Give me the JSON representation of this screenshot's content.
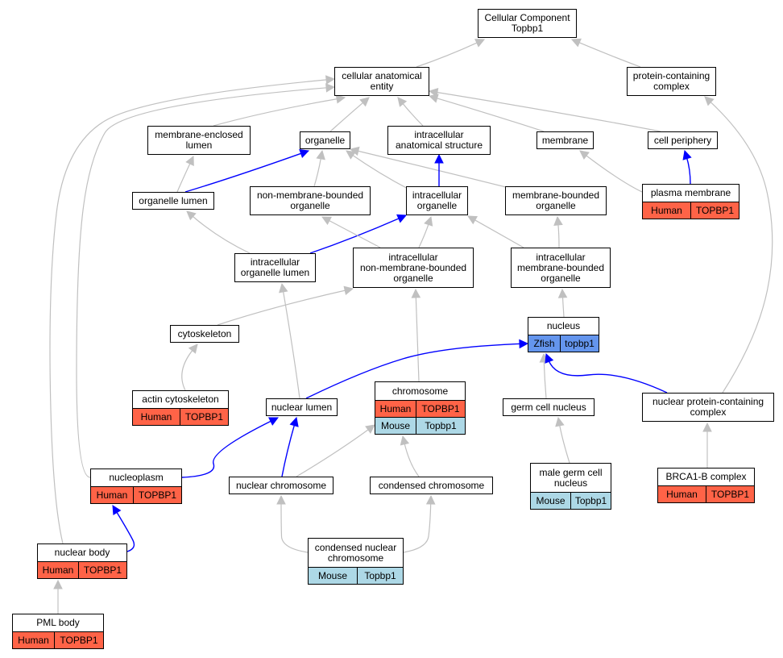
{
  "colors": {
    "human": "#ff6347",
    "mouse": "#add8e6",
    "zfish": "#6495ed",
    "edge_gray": "#c0c0c0",
    "edge_blue": "#0000ff"
  },
  "nodes": {
    "cellular_component": {
      "label": "Cellular Component\nTopbp1",
      "rows": []
    },
    "cellular_anatomical_entity": {
      "label": "cellular anatomical\nentity",
      "rows": []
    },
    "protein_containing_complex": {
      "label": "protein-containing\ncomplex",
      "rows": []
    },
    "membrane_enclosed_lumen": {
      "label": "membrane-enclosed\nlumen",
      "rows": []
    },
    "organelle": {
      "label": "organelle",
      "rows": []
    },
    "intracellular_anatomical_structure": {
      "label": "intracellular\nanatomical structure",
      "rows": []
    },
    "membrane": {
      "label": "membrane",
      "rows": []
    },
    "cell_periphery": {
      "label": "cell periphery",
      "rows": []
    },
    "organelle_lumen": {
      "label": "organelle lumen",
      "rows": []
    },
    "non_membrane_bounded_organelle": {
      "label": "non-membrane-bounded\norganelle",
      "rows": []
    },
    "intracellular_organelle": {
      "label": "intracellular\norganelle",
      "rows": []
    },
    "membrane_bounded_organelle": {
      "label": "membrane-bounded\norganelle",
      "rows": []
    },
    "plasma_membrane": {
      "label": "plasma membrane",
      "rows": [
        {
          "species": "Human",
          "gene": "TOPBP1",
          "color": "human"
        }
      ]
    },
    "intracellular_organelle_lumen": {
      "label": "intracellular\norganelle lumen",
      "rows": []
    },
    "intracellular_non_membrane_bounded_organelle": {
      "label": "intracellular\nnon-membrane-bounded\norganelle",
      "rows": []
    },
    "intracellular_membrane_bounded_organelle": {
      "label": "intracellular\nmembrane-bounded\norganelle",
      "rows": []
    },
    "cytoskeleton": {
      "label": "cytoskeleton",
      "rows": []
    },
    "nucleus": {
      "label": "nucleus",
      "rows": [
        {
          "species": "Zfish",
          "gene": "topbp1",
          "color": "zfish"
        }
      ]
    },
    "actin_cytoskeleton": {
      "label": "actin cytoskeleton",
      "rows": [
        {
          "species": "Human",
          "gene": "TOPBP1",
          "color": "human"
        }
      ]
    },
    "nuclear_lumen": {
      "label": "nuclear lumen",
      "rows": []
    },
    "chromosome": {
      "label": "chromosome",
      "rows": [
        {
          "species": "Human",
          "gene": "TOPBP1",
          "color": "human"
        },
        {
          "species": "Mouse",
          "gene": "Topbp1",
          "color": "mouse"
        }
      ]
    },
    "germ_cell_nucleus": {
      "label": "germ cell nucleus",
      "rows": []
    },
    "nuclear_protein_containing_complex": {
      "label": "nuclear protein-containing\ncomplex",
      "rows": []
    },
    "nucleoplasm": {
      "label": "nucleoplasm",
      "rows": [
        {
          "species": "Human",
          "gene": "TOPBP1",
          "color": "human"
        }
      ]
    },
    "nuclear_chromosome": {
      "label": "nuclear chromosome",
      "rows": []
    },
    "condensed_chromosome": {
      "label": "condensed chromosome",
      "rows": []
    },
    "male_germ_cell_nucleus": {
      "label": "male germ cell\nnucleus",
      "rows": [
        {
          "species": "Mouse",
          "gene": "Topbp1",
          "color": "mouse"
        }
      ]
    },
    "brca1_b_complex": {
      "label": "BRCA1-B complex",
      "rows": [
        {
          "species": "Human",
          "gene": "TOPBP1",
          "color": "human"
        }
      ]
    },
    "nuclear_body": {
      "label": "nuclear body",
      "rows": [
        {
          "species": "Human",
          "gene": "TOPBP1",
          "color": "human"
        }
      ]
    },
    "condensed_nuclear_chromosome": {
      "label": "condensed nuclear\nchromosome",
      "rows": [
        {
          "species": "Mouse",
          "gene": "Topbp1",
          "color": "mouse"
        }
      ]
    },
    "pml_body": {
      "label": "PML body",
      "rows": [
        {
          "species": "Human",
          "gene": "TOPBP1",
          "color": "human"
        }
      ]
    }
  },
  "edges": [
    {
      "from": "cellular_anatomical_entity",
      "to": "cellular_component",
      "color": "edge_gray"
    },
    {
      "from": "protein_containing_complex",
      "to": "cellular_component",
      "color": "edge_gray"
    },
    {
      "from": "membrane_enclosed_lumen",
      "to": "cellular_anatomical_entity",
      "color": "edge_gray"
    },
    {
      "from": "organelle",
      "to": "cellular_anatomical_entity",
      "color": "edge_gray"
    },
    {
      "from": "intracellular_anatomical_structure",
      "to": "cellular_anatomical_entity",
      "color": "edge_gray"
    },
    {
      "from": "membrane",
      "to": "cellular_anatomical_entity",
      "color": "edge_gray"
    },
    {
      "from": "cell_periphery",
      "to": "cellular_anatomical_entity",
      "color": "edge_gray"
    },
    {
      "from": "nucleoplasm",
      "to": "cellular_anatomical_entity",
      "color": "edge_gray"
    },
    {
      "from": "nuclear_body",
      "to": "cellular_anatomical_entity",
      "color": "edge_gray"
    },
    {
      "from": "organelle_lumen",
      "to": "membrane_enclosed_lumen",
      "color": "edge_gray"
    },
    {
      "from": "organelle_lumen",
      "to": "organelle",
      "color": "edge_blue"
    },
    {
      "from": "non_membrane_bounded_organelle",
      "to": "organelle",
      "color": "edge_gray"
    },
    {
      "from": "intracellular_organelle",
      "to": "organelle",
      "color": "edge_gray"
    },
    {
      "from": "membrane_bounded_organelle",
      "to": "organelle",
      "color": "edge_gray"
    },
    {
      "from": "intracellular_organelle",
      "to": "intracellular_anatomical_structure",
      "color": "edge_blue"
    },
    {
      "from": "plasma_membrane",
      "to": "membrane",
      "color": "edge_gray"
    },
    {
      "from": "plasma_membrane",
      "to": "cell_periphery",
      "color": "edge_blue"
    },
    {
      "from": "nuclear_protein_containing_complex",
      "to": "protein_containing_complex",
      "color": "edge_gray"
    },
    {
      "from": "intracellular_organelle_lumen",
      "to": "organelle_lumen",
      "color": "edge_gray"
    },
    {
      "from": "intracellular_organelle_lumen",
      "to": "intracellular_organelle",
      "color": "edge_blue"
    },
    {
      "from": "intracellular_non_membrane_bounded_organelle",
      "to": "non_membrane_bounded_organelle",
      "color": "edge_gray"
    },
    {
      "from": "intracellular_non_membrane_bounded_organelle",
      "to": "intracellular_organelle",
      "color": "edge_gray"
    },
    {
      "from": "intracellular_membrane_bounded_organelle",
      "to": "intracellular_organelle",
      "color": "edge_gray"
    },
    {
      "from": "intracellular_membrane_bounded_organelle",
      "to": "membrane_bounded_organelle",
      "color": "edge_gray"
    },
    {
      "from": "cytoskeleton",
      "to": "intracellular_non_membrane_bounded_organelle",
      "color": "edge_gray"
    },
    {
      "from": "chromosome",
      "to": "intracellular_non_membrane_bounded_organelle",
      "color": "edge_gray"
    },
    {
      "from": "nucleus",
      "to": "intracellular_membrane_bounded_organelle",
      "color": "edge_gray"
    },
    {
      "from": "actin_cytoskeleton",
      "to": "cytoskeleton",
      "color": "edge_gray"
    },
    {
      "from": "nuclear_lumen",
      "to": "intracellular_organelle_lumen",
      "color": "edge_gray"
    },
    {
      "from": "nuclear_lumen",
      "to": "nucleus",
      "color": "edge_blue"
    },
    {
      "from": "germ_cell_nucleus",
      "to": "nucleus",
      "color": "edge_gray"
    },
    {
      "from": "nuclear_protein_containing_complex",
      "to": "nucleus",
      "color": "edge_blue"
    },
    {
      "from": "nucleoplasm",
      "to": "nuclear_lumen",
      "color": "edge_blue"
    },
    {
      "from": "nuclear_chromosome",
      "to": "nuclear_lumen",
      "color": "edge_blue"
    },
    {
      "from": "nuclear_chromosome",
      "to": "chromosome",
      "color": "edge_gray"
    },
    {
      "from": "condensed_chromosome",
      "to": "chromosome",
      "color": "edge_gray"
    },
    {
      "from": "male_germ_cell_nucleus",
      "to": "germ_cell_nucleus",
      "color": "edge_gray"
    },
    {
      "from": "brca1_b_complex",
      "to": "nuclear_protein_containing_complex",
      "color": "edge_gray"
    },
    {
      "from": "nuclear_body",
      "to": "nucleoplasm",
      "color": "edge_blue"
    },
    {
      "from": "condensed_nuclear_chromosome",
      "to": "nuclear_chromosome",
      "color": "edge_gray"
    },
    {
      "from": "condensed_nuclear_chromosome",
      "to": "condensed_chromosome",
      "color": "edge_gray"
    },
    {
      "from": "pml_body",
      "to": "nuclear_body",
      "color": "edge_gray"
    }
  ]
}
